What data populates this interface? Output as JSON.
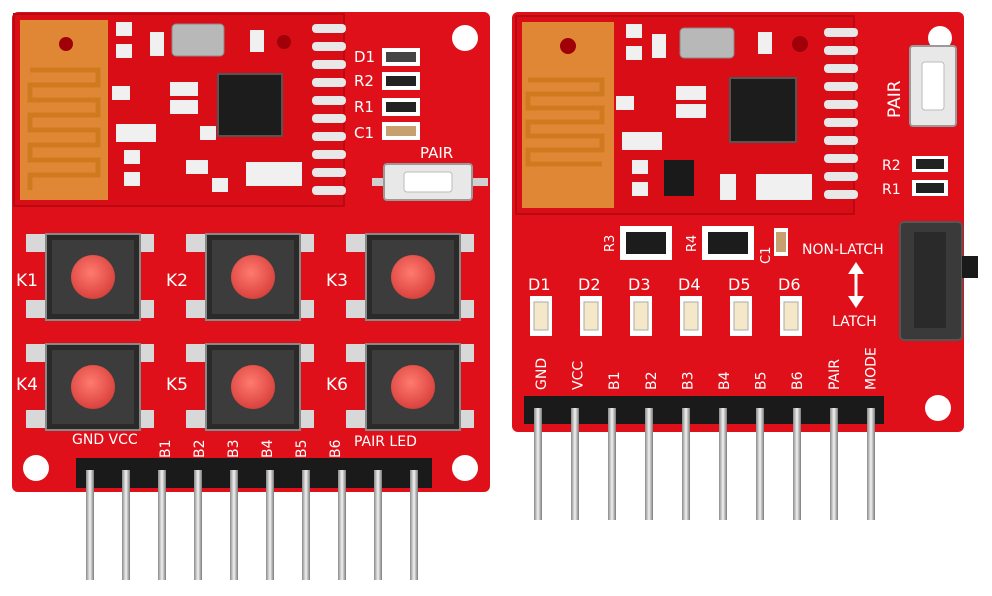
{
  "colors": {
    "background": "#ffffff",
    "pcb_red": "#e0101a",
    "pcb_dark": "#c00a12",
    "silkscreen": "#ffffff",
    "copper_antenna": "#e0953a",
    "button_cap": "#f05a55",
    "button_body": "#3a3a3a",
    "header_black": "#1a1a1a",
    "pin_silver": "#d8d8d8"
  },
  "left_board": {
    "component_labels": {
      "d1": "D1",
      "r2": "R2",
      "r1": "R1",
      "c1": "C1",
      "pair": "PAIR"
    },
    "keys": [
      "K1",
      "K2",
      "K3",
      "K4",
      "K5",
      "K6"
    ],
    "pin_labels": [
      "GND VCC",
      "B1",
      "B2",
      "B3",
      "B4",
      "B5",
      "B6",
      "PAIR LED"
    ],
    "pin_count": 10
  },
  "right_board": {
    "component_labels": {
      "pair": "PAIR",
      "r2": "R2",
      "r1": "R1",
      "r3": "R3",
      "r4": "R4",
      "c1": "C1",
      "non_latch": "NON-LATCH",
      "latch": "LATCH"
    },
    "leds": [
      "D1",
      "D2",
      "D3",
      "D4",
      "D5",
      "D6"
    ],
    "pin_labels": [
      "GND",
      "VCC",
      "B1",
      "B2",
      "B3",
      "B4",
      "B5",
      "B6",
      "PAIR",
      "MODE"
    ],
    "pin_count": 10
  }
}
